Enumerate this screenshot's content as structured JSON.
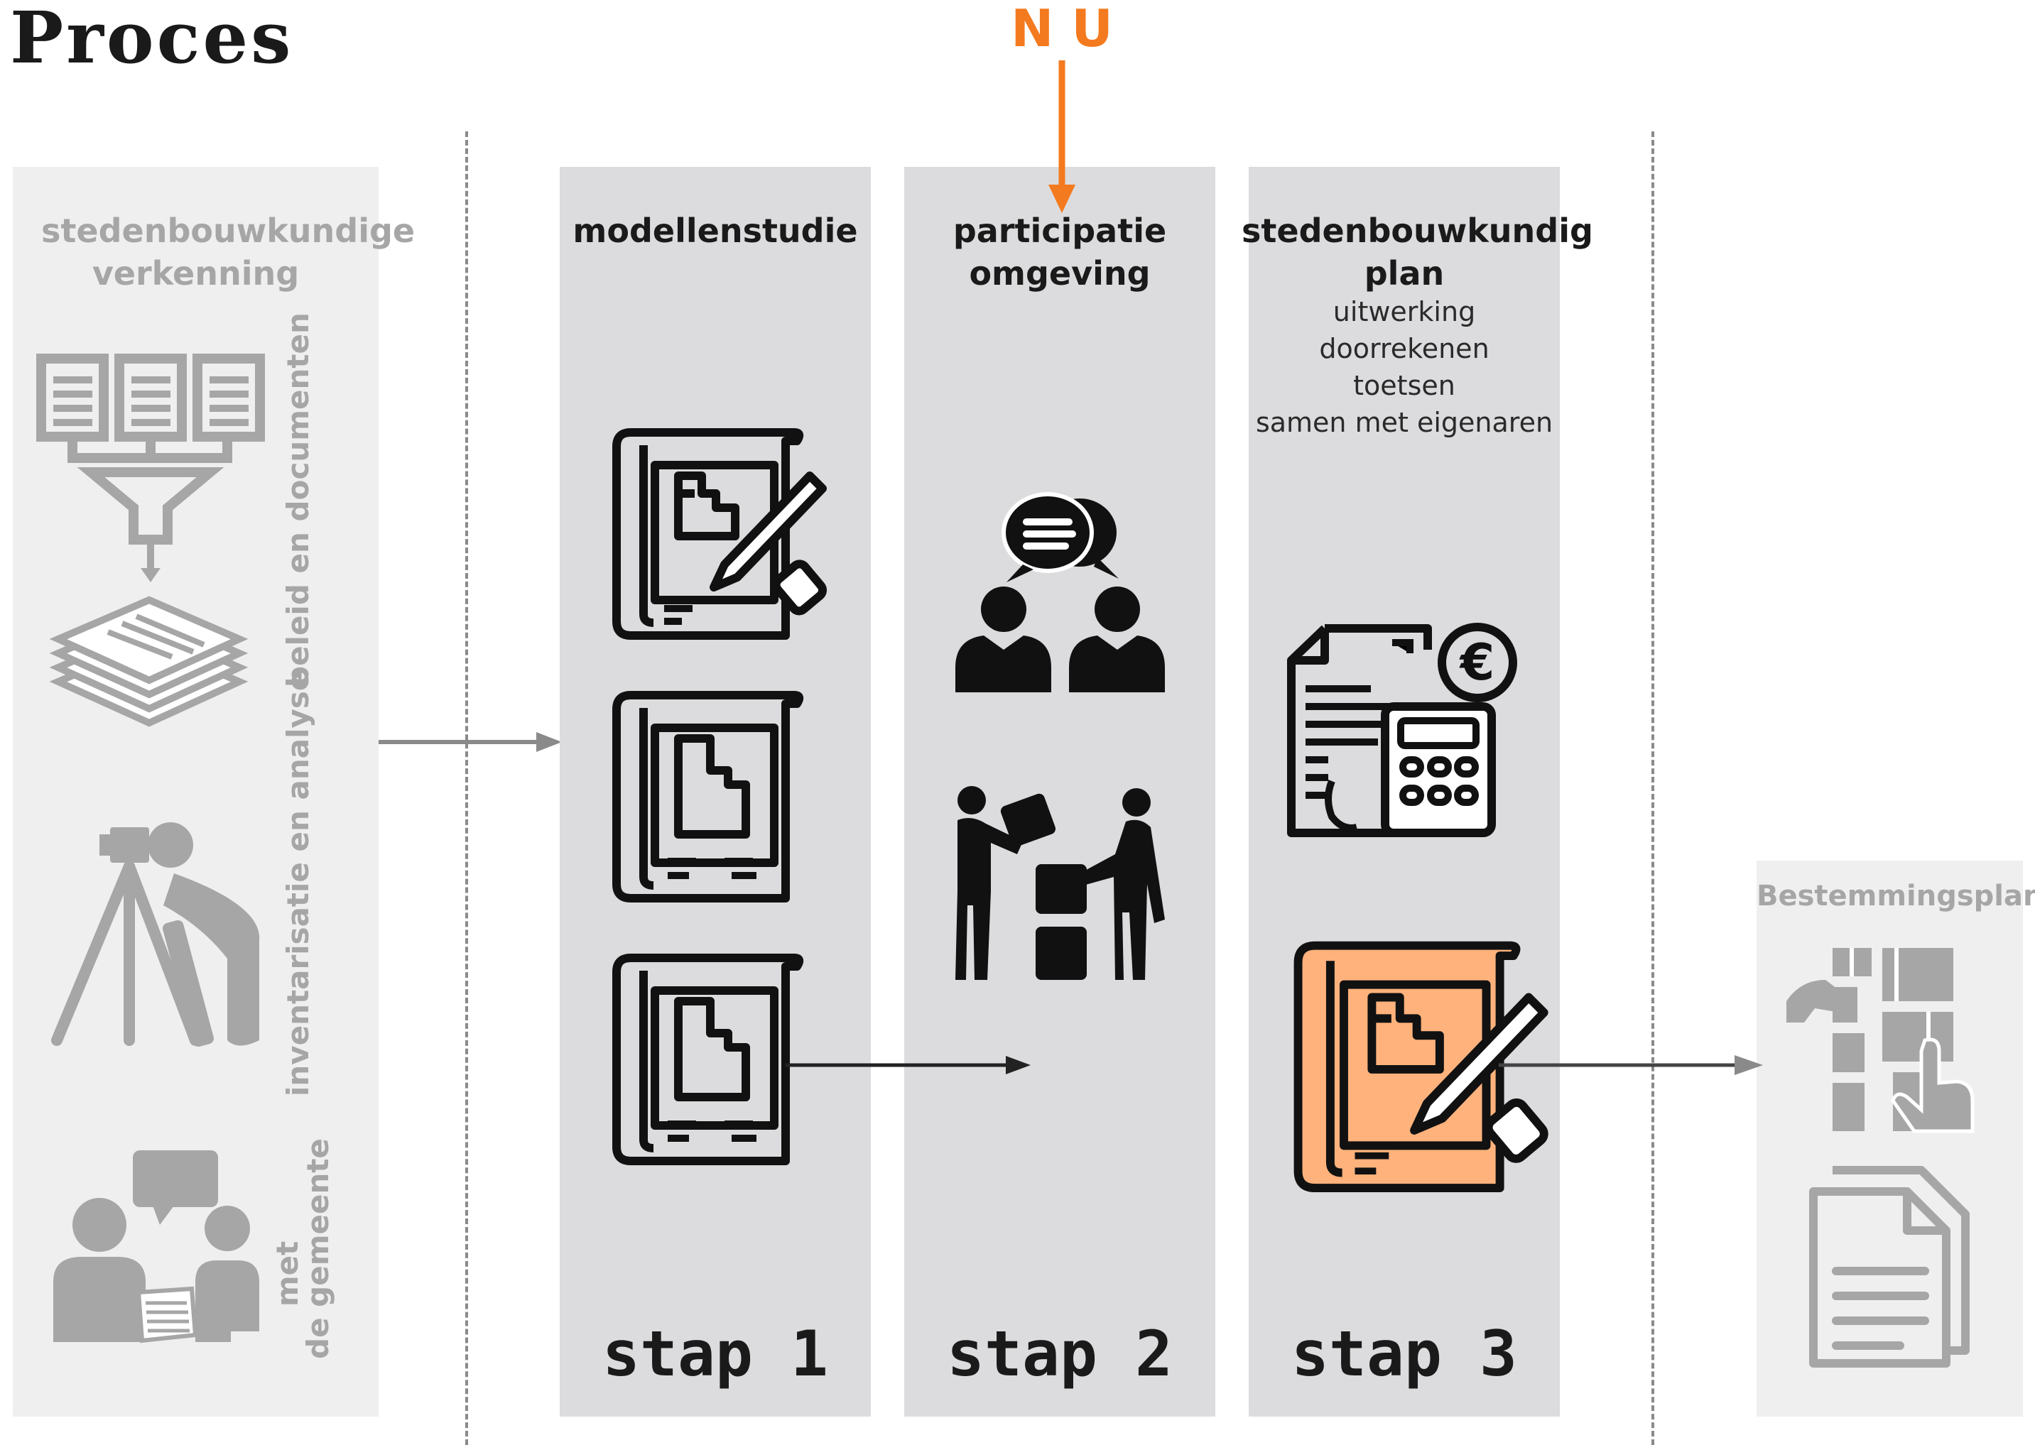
{
  "title": "Proces",
  "now_label": "N U",
  "colors": {
    "accent": "#f47a1f",
    "panel": "#dcdcde",
    "panel_faded": "#efefef",
    "faded_text": "#a6a6a6",
    "highlight": "#ffb27c"
  },
  "phase0": {
    "title": "stedenbouwkundige verkenning",
    "labels": [
      "beleid en documenten",
      "inventarisatie en analyse",
      "met",
      "de gemeente"
    ]
  },
  "step1": {
    "title": "modellenstudie",
    "stap": "stap 1"
  },
  "step2": {
    "title_line1": "participatie",
    "title_line2": "omgeving",
    "stap": "stap 2"
  },
  "step3": {
    "title_line1": "stedenbouwkundig",
    "title_line2": "plan",
    "details": [
      "uitwerking",
      "doorrekenen",
      "toetsen",
      "samen met eigenaren"
    ],
    "stap": "stap 3"
  },
  "outcome": {
    "title": "Bestemmingsplan"
  },
  "icons": [
    "documents-funnel-icon",
    "paper-stack-icon",
    "surveyor-icon",
    "meeting-icon",
    "blueprint-pencil-icon",
    "blueprint-icon",
    "chat-people-icon",
    "handshake-blocks-icon",
    "invoice-calculator-icon",
    "map-hand-icon",
    "documents-icon"
  ]
}
